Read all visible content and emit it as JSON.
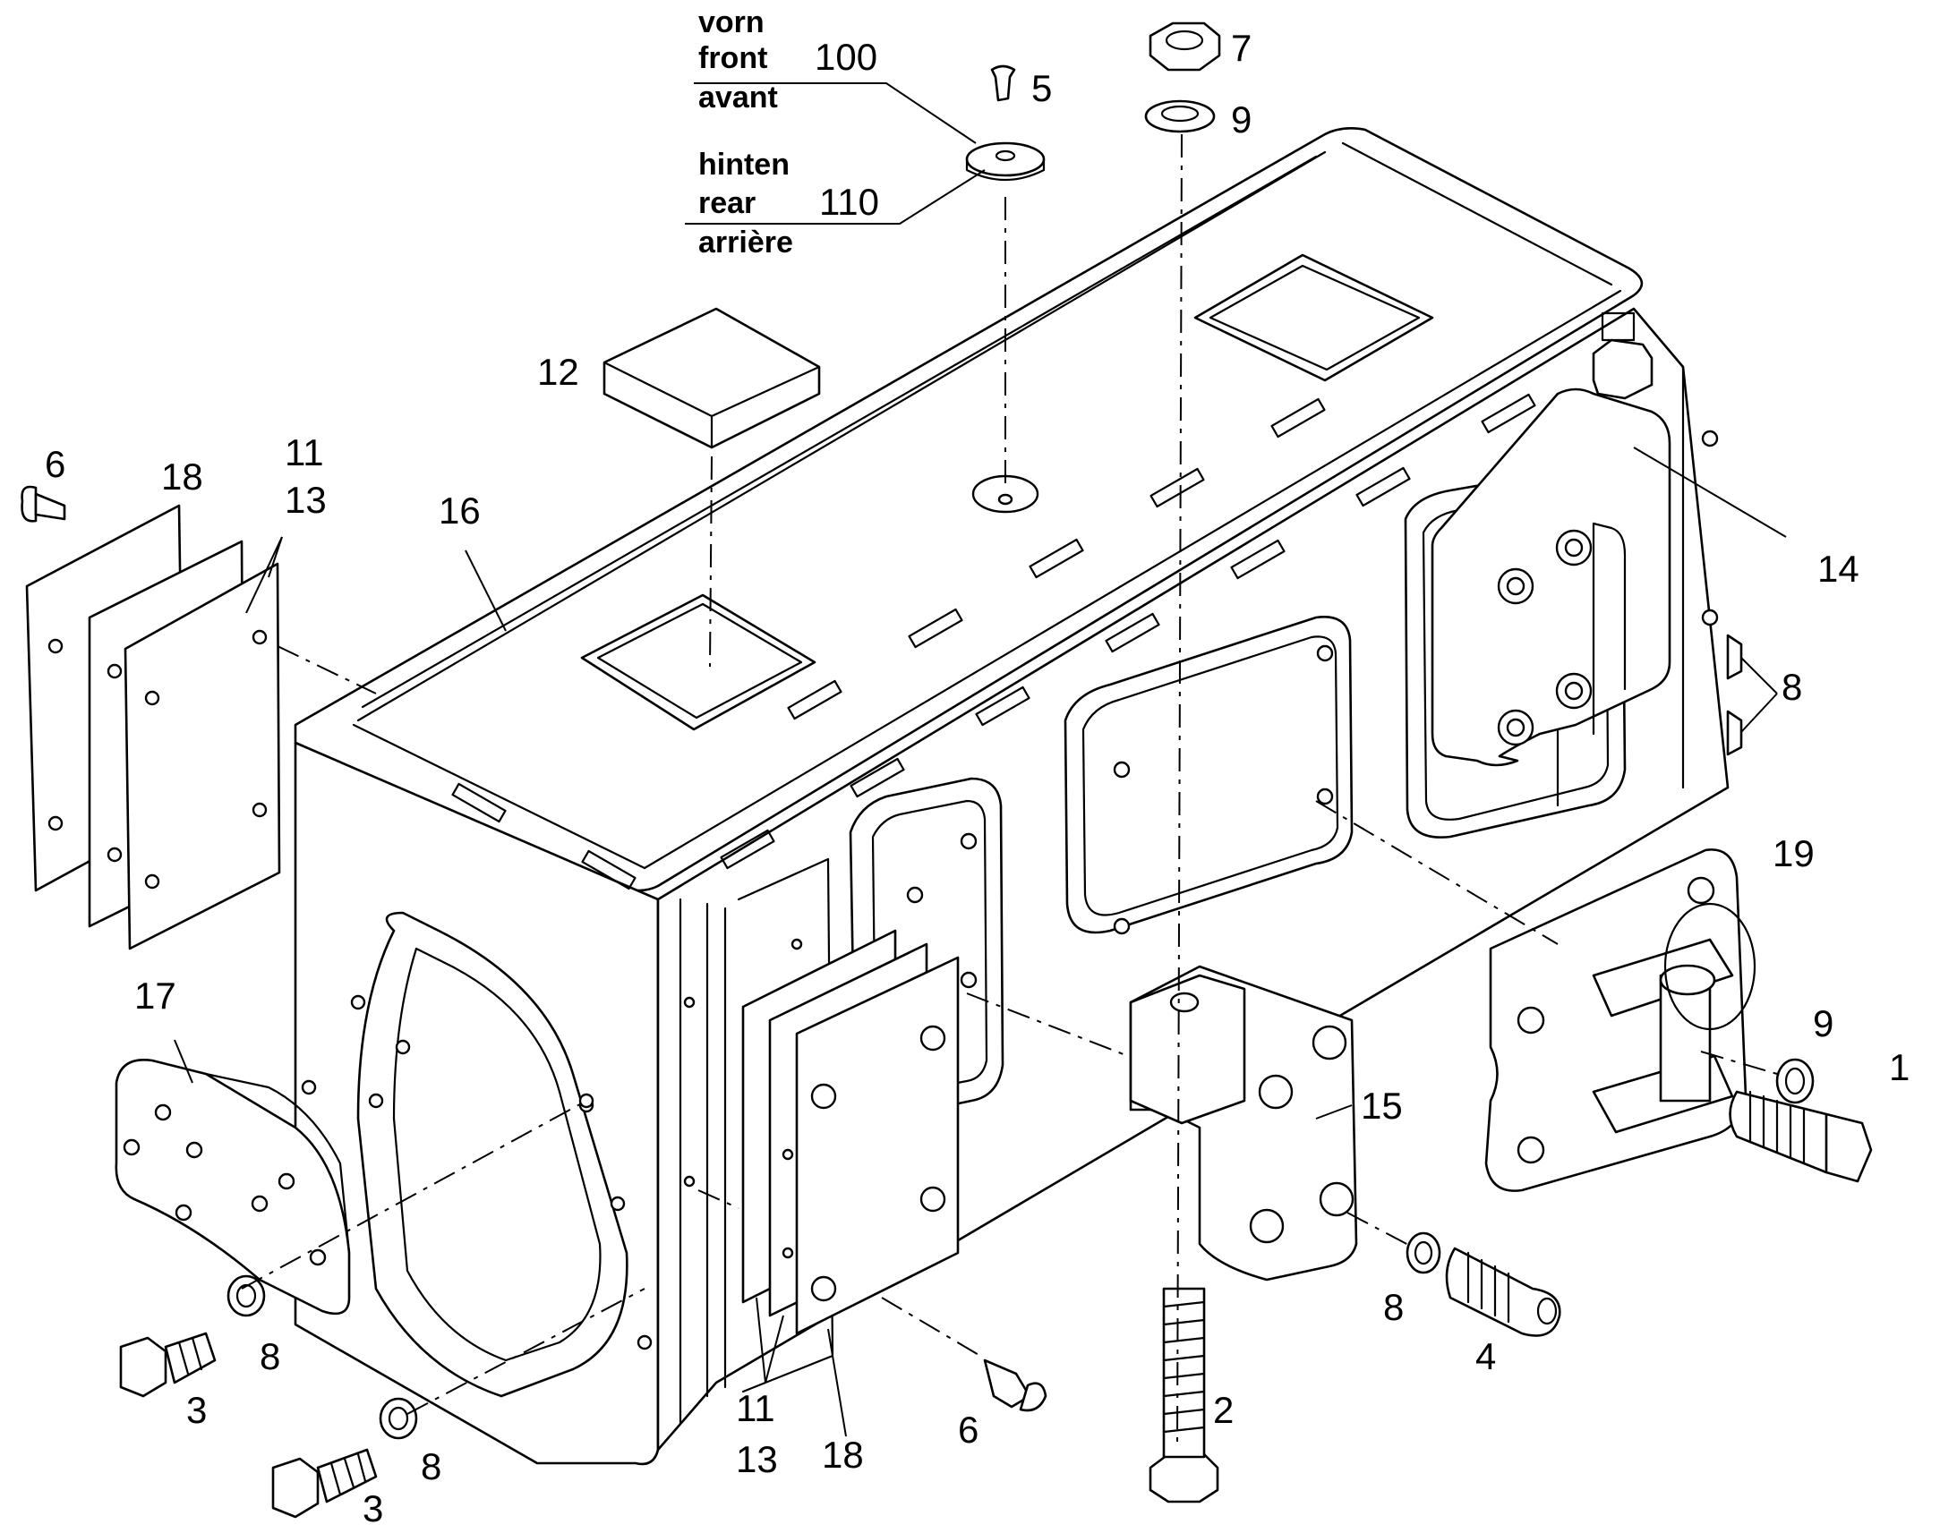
{
  "notes": {
    "front": {
      "de": "vorn",
      "en": "front",
      "fr": "avant",
      "number": "100"
    },
    "rear": {
      "de": "hinten",
      "en": "rear",
      "fr": "arrière",
      "number": "110"
    }
  },
  "callouts": {
    "c1": "1",
    "c2": "2",
    "c3a": "3",
    "c3b": "3",
    "c4": "4",
    "c5": "5",
    "c6a": "6",
    "c6b": "6",
    "c7": "7",
    "c8a": "8",
    "c8b": "8",
    "c8c": "8",
    "c8d": "8",
    "c9a": "9",
    "c9b": "9",
    "c11a": "11",
    "c11b": "11",
    "c12": "12",
    "c13a": "13",
    "c13b": "13",
    "c14": "14",
    "c15": "15",
    "c16": "16",
    "c17": "17",
    "c18a": "18",
    "c18b": "18",
    "c19": "19"
  }
}
